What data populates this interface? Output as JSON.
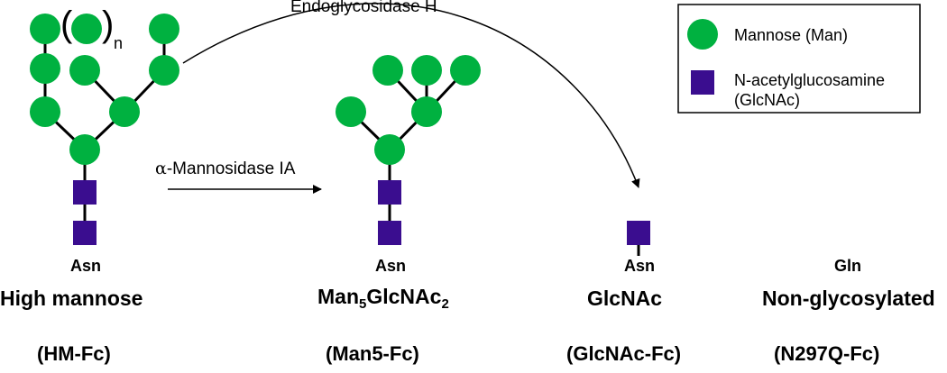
{
  "colors": {
    "mannose": "#00b140",
    "glcnac": "#3a0d8f",
    "line": "#000000"
  },
  "enzymes": {
    "endo": "Endoglycosidase H",
    "alpha_prefix": "α",
    "alpha_rest": "-Mannosidase IA"
  },
  "repeat_subscript": "n",
  "legend": {
    "mannose_label": "Mannose (Man)",
    "glcnac_line1": "N-acetylglucosamine",
    "glcnac_line2": "(GlcNAc)"
  },
  "glycoforms": [
    {
      "residue": "Asn",
      "name": "High mannose",
      "code": "(HM-Fc)"
    },
    {
      "residue": "Asn",
      "name_main": "Man",
      "name_sub1": "5",
      "name_mid": "GlcNAc",
      "name_sub2": "2",
      "code": "(Man5-Fc)"
    },
    {
      "residue": "Asn",
      "name": "GlcNAc",
      "code": "(GlcNAc-Fc)"
    },
    {
      "residue": "Gln",
      "name": "Non-glycosylated",
      "code": "(N297Q-Fc)"
    }
  ]
}
